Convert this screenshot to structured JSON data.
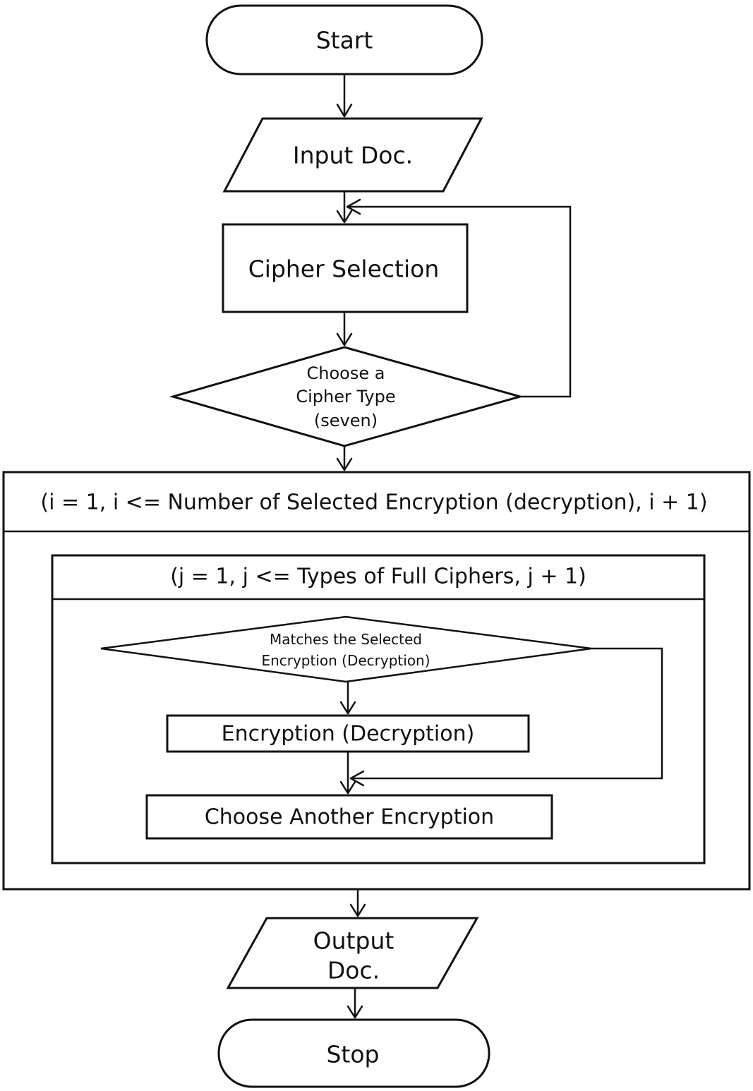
{
  "nodes": {
    "start": "Start",
    "input_doc": "Input Doc.",
    "cipher_selection": "Cipher Selection",
    "choose_cipher_line1": "Choose a",
    "choose_cipher_line2": "Cipher Type",
    "choose_cipher_line3": "(seven)",
    "outer_loop_header": "(i = 1, i <= Number of Selected Encryption (decryption), i + 1)",
    "inner_loop_header": "(j = 1, j <= Types of Full Ciphers, j + 1)",
    "matches_line1": "Matches the Selected",
    "matches_line2": "Encryption (Decryption)",
    "encryption": "Encryption (Decryption)",
    "choose_another": "Choose Another Encryption",
    "output_line1": "Output",
    "output_line2": "Doc.",
    "stop": "Stop"
  }
}
